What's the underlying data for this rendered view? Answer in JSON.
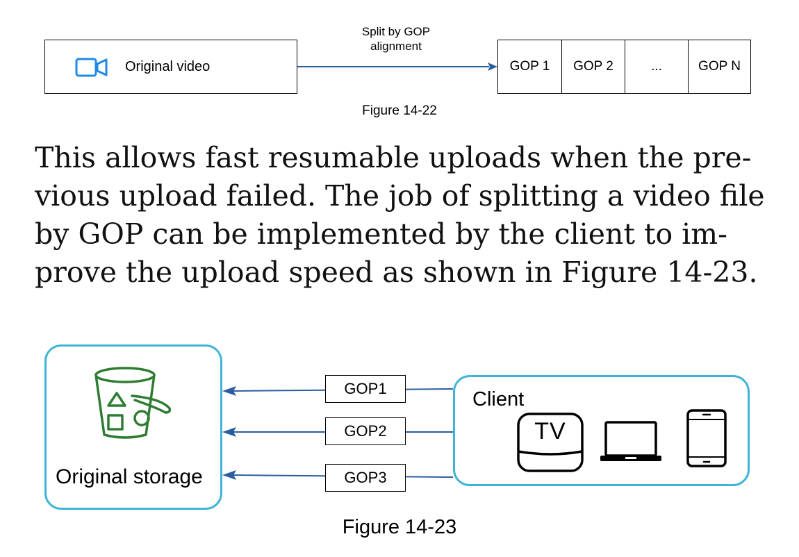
{
  "figure_14_22": {
    "source_label": "Original video",
    "source_icon": "video-camera-icon",
    "arrow_label": "Split by GOP alignment",
    "arrow_label_lines": [
      "Split by GOP",
      "alignment"
    ],
    "gops": [
      "GOP 1",
      "GOP 2",
      "...",
      "GOP N"
    ],
    "caption": "Figure 14-22",
    "accent": "#1e88e5"
  },
  "paragraph": {
    "text": "This allows fast resumable uploads when the previous upload failed. The job of splitting a video file by GOP can be implemented by the client to improve the upload speed as shown in Figure 14-23.",
    "lines": [
      "This allows fast resumable uploads when the pre-",
      "vious upload failed. The job of splitting a video file",
      "by GOP can be implemented by the client to im-",
      "prove the upload speed as shown in Figure 14-23."
    ]
  },
  "figure_14_23": {
    "storage_label": "Original storage",
    "storage_icon": "bucket-icon",
    "client_label": "Client",
    "devices": [
      "TV",
      "laptop-icon",
      "tablet-icon"
    ],
    "tv_text": "TV",
    "gops": [
      "GOP1",
      "GOP2",
      "GOP3"
    ],
    "caption": "Figure 14-23",
    "border_color": "#3fb3d8",
    "bucket_color": "#2e7d32",
    "arrow_color": "#2a5d9f"
  }
}
